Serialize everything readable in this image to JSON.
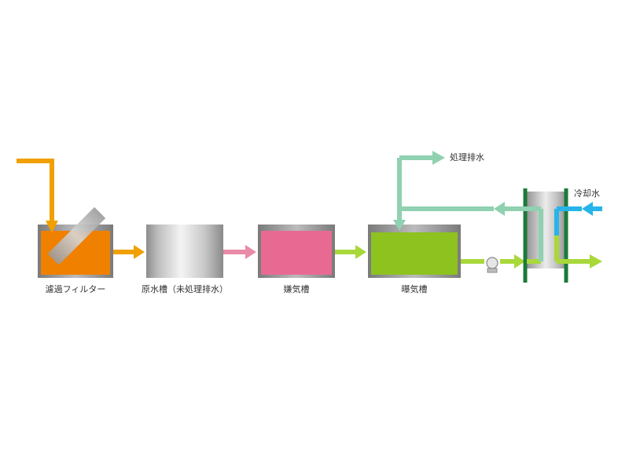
{
  "labels": {
    "filter": "濾過フィルター",
    "raw_tank": "原水槽（未処理排水）",
    "anaerobic_tank": "嫌気槽",
    "aeration_tank": "曝気槽",
    "treated_water": "処理排水",
    "cooling_water": "冷却水"
  },
  "colors": {
    "filter_fill": "#f08000",
    "anaerobic_fill": "#e86a92",
    "aeration_fill": "#8dc21f",
    "flow_orange": "#f0a000",
    "flow_pink": "#e98aa8",
    "flow_lime": "#a8d83a",
    "flow_mint": "#8fd1b0",
    "flow_blue": "#28b4e8",
    "hx_plate": "#1b7a3a"
  }
}
